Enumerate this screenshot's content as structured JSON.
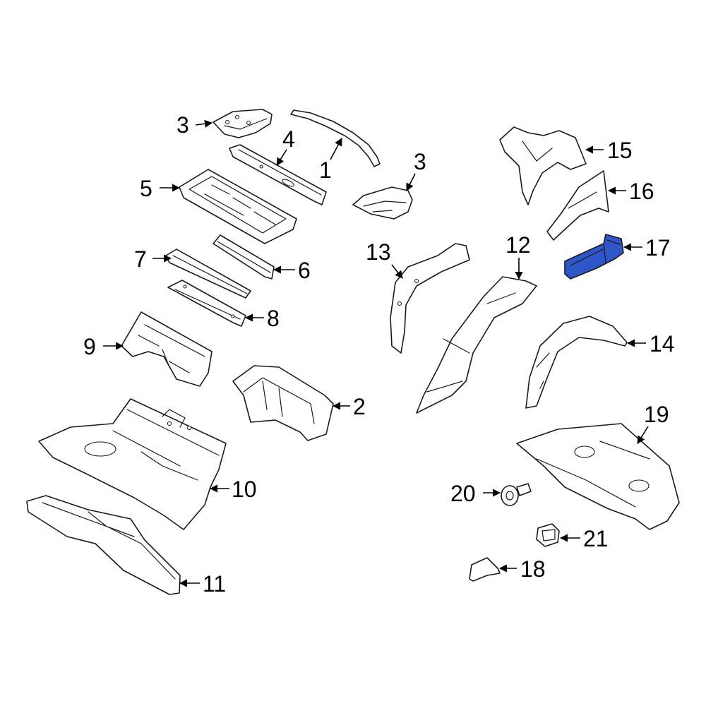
{
  "highlight_color": "#2f56c8",
  "highlighted_part": "17",
  "callouts": {
    "c1": "1",
    "c2": "2",
    "c3a": "3",
    "c3b": "3",
    "c4": "4",
    "c5": "5",
    "c6": "6",
    "c7": "7",
    "c8": "8",
    "c9": "9",
    "c10": "10",
    "c11": "11",
    "c12": "12",
    "c13": "13",
    "c14": "14",
    "c15": "15",
    "c16": "16",
    "c17": "17",
    "c18": "18",
    "c19": "19",
    "c20": "20",
    "c21": "21"
  }
}
